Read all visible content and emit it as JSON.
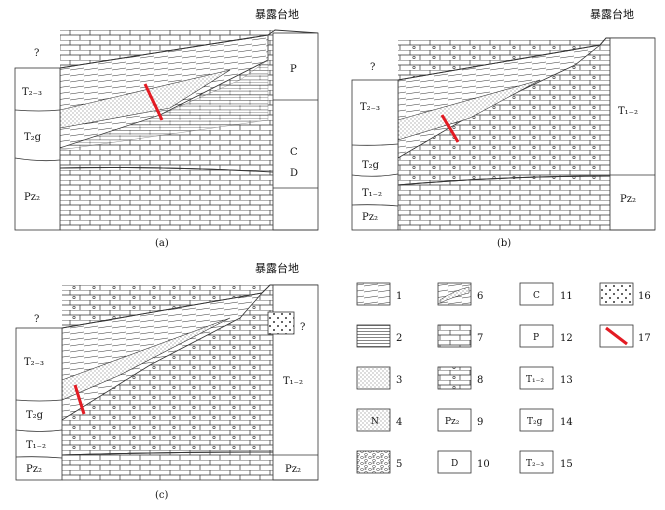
{
  "panels": [
    {
      "caption": "(a)",
      "title": "暴露台地",
      "question": "?",
      "left": [
        "T₂₋₃",
        "T₂g",
        "Pz₂"
      ],
      "right": [
        "P",
        "C",
        "D"
      ]
    },
    {
      "caption": "(b)",
      "title": "暴露台地",
      "question": "?",
      "left": [
        "T₂₋₃",
        "T₂g",
        "T₁₋₂",
        "Pz₂"
      ],
      "right": [
        "T₁₋₂",
        "Pz₂"
      ]
    },
    {
      "caption": "(c)",
      "title": "暴露台地",
      "question": "?",
      "left": [
        "T₂₋₃",
        "T₂g",
        "T₁₋₂",
        "Pz₂"
      ],
      "right": [
        "T₁₋₂",
        "Pz₂"
      ],
      "right_q": "?"
    }
  ],
  "legend": [
    {
      "num": "1",
      "pattern": "lines"
    },
    {
      "num": "2",
      "pattern": "hlines"
    },
    {
      "num": "3",
      "pattern": "dots"
    },
    {
      "num": "4",
      "pattern": "n-dots",
      "text": "N"
    },
    {
      "num": "5",
      "pattern": "conglomerate"
    },
    {
      "num": "6",
      "pattern": "lens"
    },
    {
      "num": "7",
      "pattern": "brick"
    },
    {
      "num": "8",
      "pattern": "brick-dot"
    },
    {
      "num": "9",
      "text": "Pz₂"
    },
    {
      "num": "10",
      "text": "D"
    },
    {
      "num": "11",
      "text": "C"
    },
    {
      "num": "12",
      "text": "P"
    },
    {
      "num": "13",
      "text": "T₁₋₂"
    },
    {
      "num": "14",
      "text": "T₂g"
    },
    {
      "num": "15",
      "text": "T₂₋₃"
    },
    {
      "num": "16",
      "pattern": "coarse-dots"
    },
    {
      "num": "17",
      "pattern": "red-line"
    }
  ]
}
